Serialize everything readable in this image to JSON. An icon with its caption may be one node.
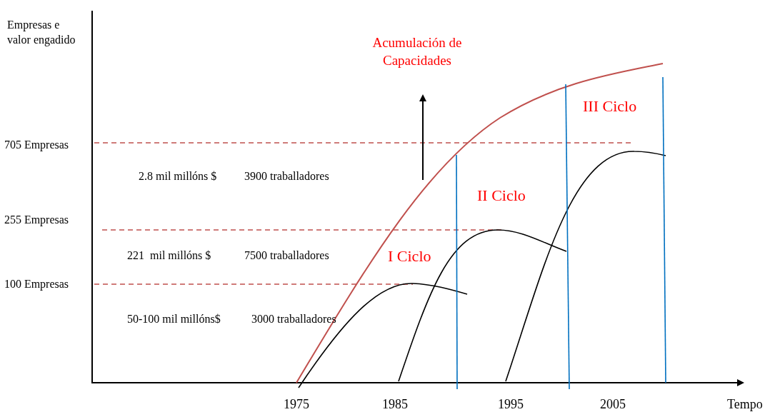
{
  "diagram": {
    "labels": [
      "Empresas e valor engadido",
      "Acumulación de Capacidades",
      "III Ciclo",
      "705 Empresas",
      "2.8 mil millóns $",
      "3900 traballadores",
      "II Ciclo",
      "255 Empresas",
      "221  mil millóns $",
      "7500 traballadores",
      "I Ciclo",
      "100 Empresas",
      "50-100 mil millóns$",
      "3000 traballadores",
      "1975",
      "1985",
      "1995",
      "2005",
      "Tempo"
    ]
  }
}
